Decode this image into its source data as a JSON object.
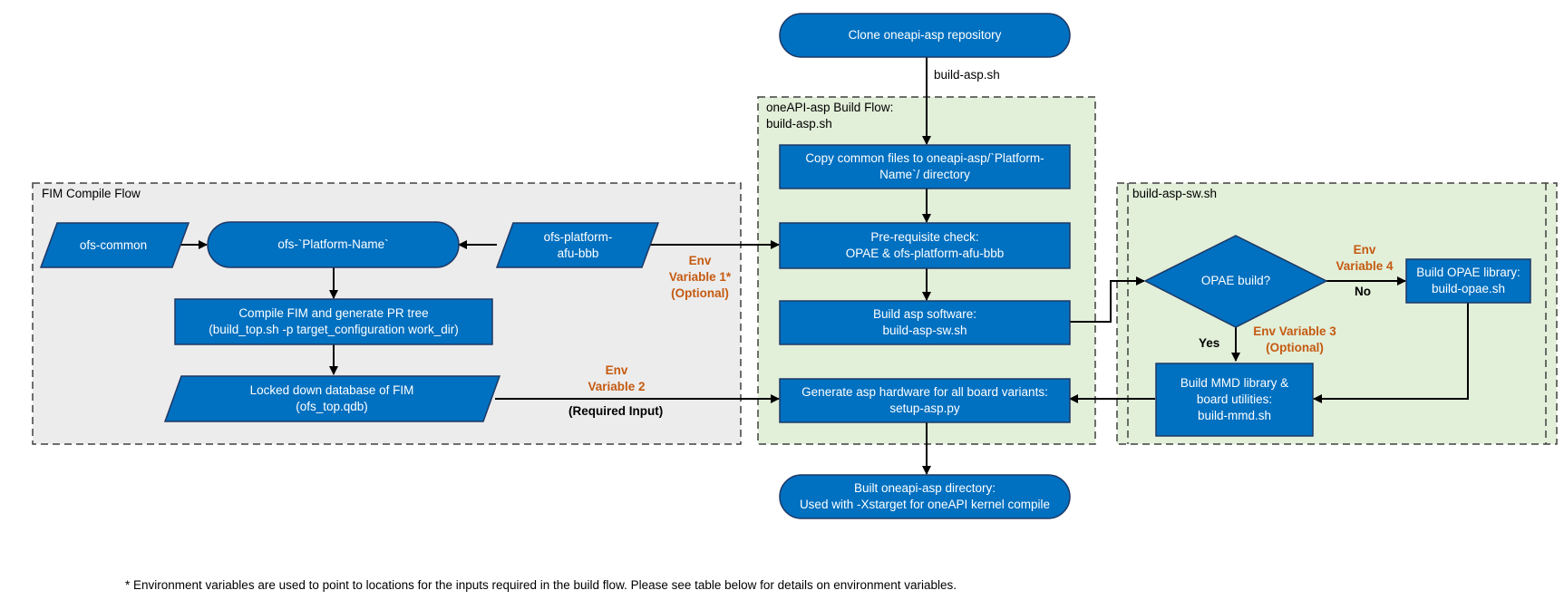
{
  "colors": {
    "node_fill": "#0070c0",
    "node_stroke": "#1f3864",
    "node_text": "#ffffff",
    "env_text": "#c55a11",
    "fim_group_fill": "#ececec",
    "asp_group_fill": "#e2efd9",
    "group_border": "#404040"
  },
  "groups": {
    "fim": {
      "title": "FIM Compile Flow"
    },
    "asp": {
      "title": "oneAPI-asp Build Flow:\nbuild-asp.sh"
    },
    "sw": {
      "title": "build-asp-sw.sh"
    }
  },
  "nodes": {
    "clone": {
      "label": "Clone oneapi-asp repository",
      "shape": "terminator"
    },
    "copy_common": {
      "label": "Copy common files to oneapi-asp/`Platform-\nName`/ directory",
      "shape": "process"
    },
    "prereq": {
      "label": "Pre-requisite check:\nOPAE & ofs-platform-afu-bbb",
      "shape": "process"
    },
    "build_sw": {
      "label": "Build asp software:\nbuild-asp-sw.sh",
      "shape": "process"
    },
    "gen_hw": {
      "label": "Generate asp hardware for all board variants:\nsetup-asp.py",
      "shape": "process"
    },
    "built_dir": {
      "label": "Built oneapi-asp directory:\nUsed with -Xstarget for oneAPI kernel compile",
      "shape": "terminator"
    },
    "ofs_common": {
      "label": "ofs-common",
      "shape": "data"
    },
    "ofs_platform": {
      "label": "ofs-`Platform-Name`",
      "shape": "terminator"
    },
    "afu_bbb": {
      "label": "ofs-platform-\nafu-bbb",
      "shape": "data"
    },
    "compile_fim": {
      "label": "Compile FIM and generate PR tree\n(build_top.sh -p target_configuration work_dir)",
      "shape": "process"
    },
    "locked_db": {
      "label": "Locked down database of FIM\n(ofs_top.qdb)",
      "shape": "data"
    },
    "opae_build": {
      "label": "OPAE build?",
      "shape": "decision"
    },
    "build_opae": {
      "label": "Build OPAE library:\nbuild-opae.sh",
      "shape": "process"
    },
    "build_mmd": {
      "label": "Build MMD library &\nboard utilities:\nbuild-mmd.sh",
      "shape": "process"
    }
  },
  "edge_labels": {
    "build_asp_sh": "build-asp.sh",
    "env1": "Env\nVariable 1*\n(Optional)",
    "env2": "Env\nVariable 2",
    "required_input": "(Required Input)",
    "env3": "Env Variable 3\n(Optional)",
    "env4": "Env\nVariable 4",
    "yes": "Yes",
    "no": "No"
  },
  "footnote": "* Environment variables are used to point to locations for the inputs required in the build flow. Please see table below for details on environment variables."
}
